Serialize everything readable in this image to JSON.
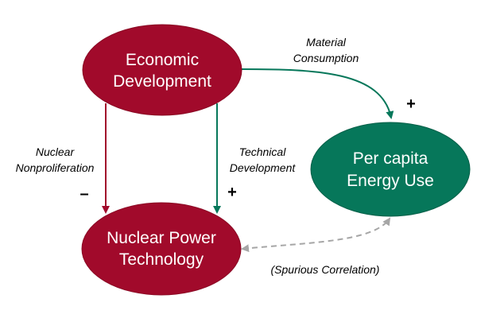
{
  "colors": {
    "maroon": "#a10a2b",
    "green": "#06775a",
    "gray_dashed": "#a6a6a6",
    "text_dark": "#000000",
    "text_light": "#ffffff"
  },
  "nodes": {
    "economic_development": {
      "line1": "Economic",
      "line2": "Development",
      "color": "#a10a2b"
    },
    "nuclear_power_technology": {
      "line1": "Nuclear Power",
      "line2": "Technology",
      "color": "#a10a2b"
    },
    "per_capita_energy_use": {
      "line1": "Per capita",
      "line2": "Energy Use",
      "color": "#06775a"
    }
  },
  "edges": {
    "material_consumption": {
      "label_line1": "Material",
      "label_line2": "Consumption",
      "sign": "+"
    },
    "nuclear_nonproliferation": {
      "label_line1": "Nuclear",
      "label_line2": "Nonproliferation",
      "sign": "–"
    },
    "technical_development": {
      "label_line1": "Technical",
      "label_line2": "Development",
      "sign": "+"
    },
    "spurious_correlation": {
      "label": "(Spurious Correlation)"
    }
  }
}
